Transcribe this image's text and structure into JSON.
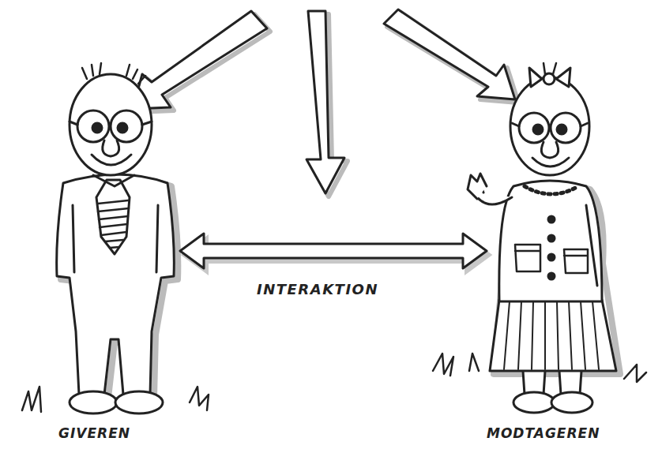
{
  "diagram": {
    "nodes": [
      {
        "text": [
          "GIVEREN"
        ]
      },
      {
        "text": [
          "MODTAGEREN"
        ]
      }
    ],
    "edges": [
      {
        "from": 0,
        "to": 1,
        "label": "INTERAKTION",
        "arrow": "both"
      }
    ]
  }
}
